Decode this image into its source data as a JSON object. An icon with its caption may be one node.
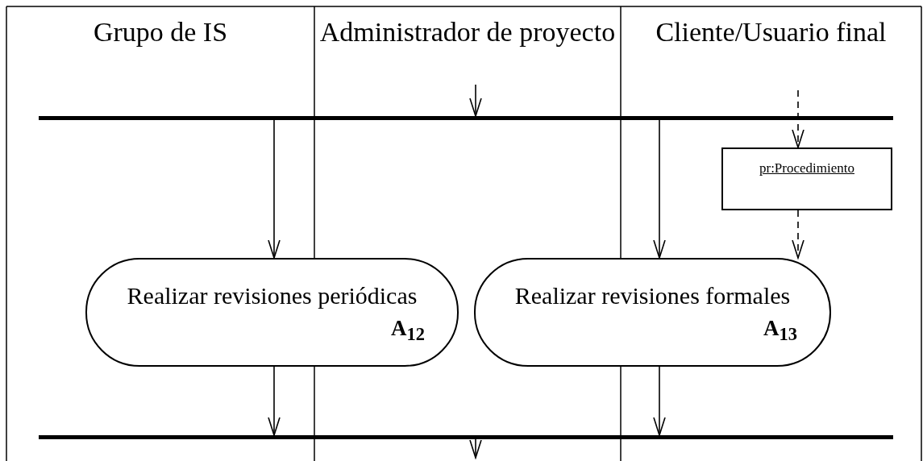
{
  "diagram": {
    "nodes": [
      {
        "text": [],
        "shape": "bar"
      },
      {
        "text": [
          "pr:Procedimiento"
        ]
      },
      {
        "text": [
          "Realizar revisiones periódicas",
          "A$_{12}$"
        ]
      },
      {
        "text": [
          "Realizar revisiones formales",
          "A$_{13}$"
        ]
      },
      {
        "text": [],
        "shape": "bar"
      }
    ],
    "edges": [
      {
        "from": null,
        "to": 0,
        "arrow": "to"
      },
      {
        "from": 0,
        "to": 2,
        "arrow": "to"
      },
      {
        "from": 0,
        "to": 3,
        "arrow": "to"
      },
      {
        "from": null,
        "to": 1,
        "arrow": "to",
        "style": "dashed"
      },
      {
        "from": 1,
        "to": 3,
        "arrow": "to",
        "style": "dashed"
      },
      {
        "from": 2,
        "to": 4,
        "arrow": "to"
      },
      {
        "from": 3,
        "to": 4,
        "arrow": "to"
      },
      {
        "from": 4,
        "to": null,
        "arrow": "to"
      }
    ],
    "labels": [
      "Grupo de IS",
      "Administrador de proyecto",
      "Cliente/Usuario final"
    ]
  }
}
